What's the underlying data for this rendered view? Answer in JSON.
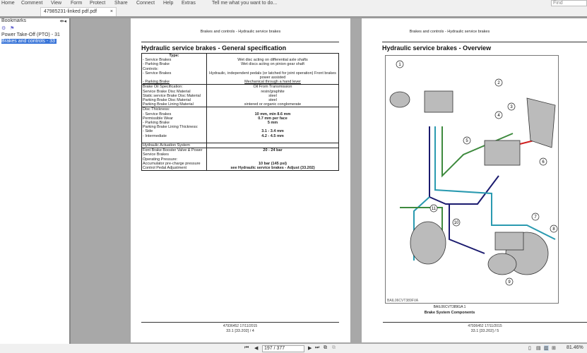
{
  "menu": [
    "Home",
    "Comment",
    "View",
    "Form",
    "Protect",
    "Share",
    "Connect",
    "Help",
    "Extras",
    "Tell me what you want to do..."
  ],
  "search_placeholder": "Find",
  "tab": {
    "title": "47985231-linked pdf.pdf",
    "close": "×"
  },
  "sidebar": {
    "header": "Bookmarks",
    "items": [
      {
        "label": "Power Take-Off (PTO) - 31"
      },
      {
        "label": "Brakes and controls - 33",
        "selected": true
      }
    ]
  },
  "page_left": {
    "header": "Brakes and controls - Hydraulic service brakes",
    "title": "Hydraulic service brakes - General specification",
    "rows": [
      {
        "a": "Type:",
        "b": "",
        "bold_a": true,
        "center_a": true,
        "top": true
      },
      {
        "a": "- Service Brakes",
        "b": "Wet disc acting on differential axle shafts"
      },
      {
        "a": "- Parking Brake",
        "b": "Wet discs acting on pinion gear shaft"
      },
      {
        "a": "Controls:",
        "b": ""
      },
      {
        "a": "- Service Brakes",
        "b": "Hydraulic, independent pedals (or latched for joint operation) Front brakes power assisted"
      },
      {
        "a": "- Parking Brake",
        "b": "Mechanical through a hand lever"
      },
      {
        "a": "Brake Oil Specification:",
        "b": "Oil From Transmission",
        "top": true
      },
      {
        "a": "Service Brake Disc Material",
        "b": "resin/graphite"
      },
      {
        "a": "Static service Brake Disc Material",
        "b": "steel"
      },
      {
        "a": "Parking Brake Disc Material",
        "b": "steel"
      },
      {
        "a": "Parking Brake Lining Material",
        "b": "sintered or organic conglomerate"
      },
      {
        "a": "Disc Thickness:",
        "b": "",
        "top": true
      },
      {
        "a": "- Service Brakes",
        "b": "10 mm, min 8.6 mm",
        "bold": true
      },
      {
        "a": "Permissible Wear",
        "b": "0.7 mm per face",
        "bold": true
      },
      {
        "a": "- Parking Brake",
        "b": "5 mm",
        "bold": true
      },
      {
        "a": "Parking Brake Lining Thickness:",
        "b": ""
      },
      {
        "a": "- Side",
        "b": "3.1 - 3.4 mm",
        "bold": true
      },
      {
        "a": "- Intermediate",
        "b": "4.2 - 4.5 mm",
        "bold": true
      },
      {
        "a": "",
        "b": ""
      },
      {
        "a": "Hydraulic Actuation System",
        "b": "",
        "top": true
      },
      {
        "a": "Font Brake Booster Valve & Power Service Brakes",
        "b": "20 - 24 bar",
        "bold": true,
        "top": true
      },
      {
        "a": "Operating Pressure:",
        "b": ""
      },
      {
        "a": "Accumulator pre-charge pressure",
        "b": "10 bar (145 psi)",
        "bold": true
      },
      {
        "a": "Control Pedal Adjustment",
        "b": "see Hydraulic service brakes - Adjust (33.202)",
        "bold": true
      }
    ],
    "footer_code": "47936452 17/11/2015",
    "footer_page": "33.1 [33.202] / 4"
  },
  "page_right": {
    "header": "Brakes and controls - Hydraulic service brakes",
    "title": "Hydraulic service brakes - Overview",
    "figure_code": "BAIL06CVT389FVA",
    "figure_ref": "BAIL06CVT389GA 1",
    "caption": "Brake System Components",
    "callouts": [
      "1",
      "2",
      "3",
      "4",
      "5",
      "6",
      "7",
      "8",
      "9",
      "10",
      "11"
    ],
    "footer_code": "47936452 17/11/2015",
    "footer_page": "33.1 [33.202] / 5"
  },
  "status": {
    "page_input": "197 / 377",
    "zoom": "81.46%"
  },
  "colors": {
    "selection": "#3874d8",
    "line_blue": "#1a1a6e",
    "line_teal": "#2a9ab0",
    "line_green": "#3e8a3e",
    "line_red": "#d02020"
  }
}
